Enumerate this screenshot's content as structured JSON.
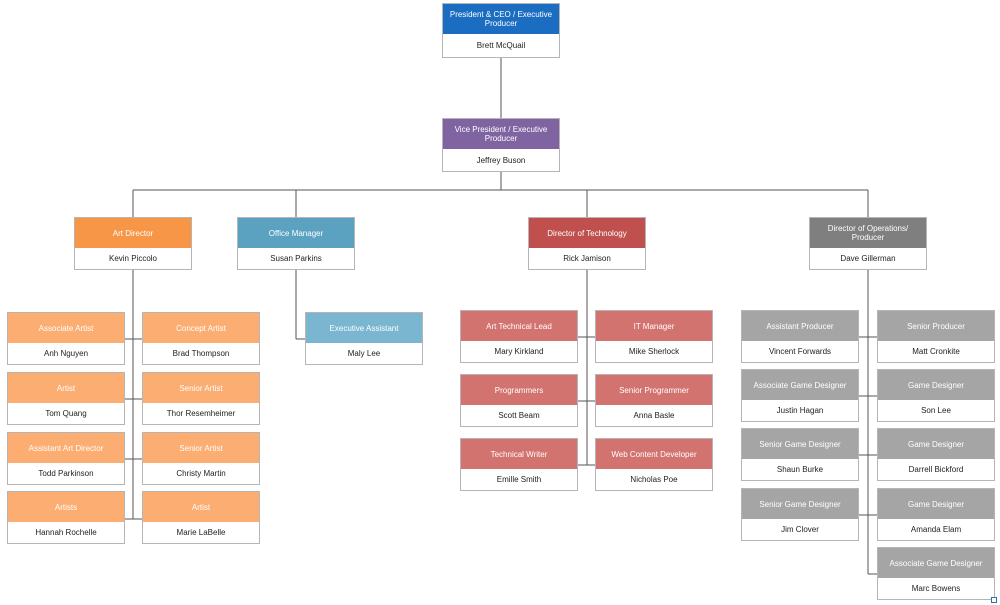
{
  "colors": {
    "blue": "#1a6dc0",
    "purple": "#8064a2",
    "orange": "#f79646",
    "orange_light": "#fbad72",
    "teal": "#5aa2c0",
    "teal_light": "#7ab6d0",
    "red": "#c0504d",
    "red_light": "#d27370",
    "gray": "#7f7f7f",
    "gray_light": "#a5a5a5",
    "line": "#555555"
  },
  "nodes": [
    {
      "id": "ceo",
      "title": "President & CEO / Executive Producer",
      "name": "Brett McQuail",
      "color": "blue"
    },
    {
      "id": "vp",
      "title": "Vice President / Executive Producer",
      "name": "Jeffrey Buson",
      "color": "purple"
    },
    {
      "id": "artdir",
      "title": "Art Director",
      "name": "Kevin Piccolo",
      "color": "orange"
    },
    {
      "id": "office",
      "title": "Office Manager",
      "name": "Susan Parkins",
      "color": "teal"
    },
    {
      "id": "techdir",
      "title": "Director of Technology",
      "name": "Rick Jamison",
      "color": "red"
    },
    {
      "id": "opsdir",
      "title": "Director of Operations/ Producer",
      "name": "Dave Gillerman",
      "color": "gray"
    },
    {
      "id": "a1",
      "title": "Associate Artist",
      "name": "Anh Nguyen",
      "color": "orange_light"
    },
    {
      "id": "a2",
      "title": "Concept Artist",
      "name": "Brad Thompson",
      "color": "orange_light"
    },
    {
      "id": "a3",
      "title": "Artist",
      "name": "Tom Quang",
      "color": "orange_light"
    },
    {
      "id": "a4",
      "title": "Senior Artist",
      "name": "Thor Resemheimer",
      "color": "orange_light"
    },
    {
      "id": "a5",
      "title": "Assistant Art Director",
      "name": "Todd Parkinson",
      "color": "orange_light"
    },
    {
      "id": "a6",
      "title": "Senior Artist",
      "name": "Christy Martin",
      "color": "orange_light"
    },
    {
      "id": "a7",
      "title": "Artists",
      "name": "Hannah Rochelle",
      "color": "orange_light"
    },
    {
      "id": "a8",
      "title": "Artist",
      "name": "Marie LaBelle",
      "color": "orange_light"
    },
    {
      "id": "o1",
      "title": "Executive Assistant",
      "name": "Maly Lee",
      "color": "teal_light"
    },
    {
      "id": "t1",
      "title": "Art Technical Lead",
      "name": "Mary Kirkland",
      "color": "red_light"
    },
    {
      "id": "t2",
      "title": "IT Manager",
      "name": "Mike Sherlock",
      "color": "red_light"
    },
    {
      "id": "t3",
      "title": "Programmers",
      "name": "Scott Beam",
      "color": "red_light"
    },
    {
      "id": "t4",
      "title": "Senior Programmer",
      "name": "Anna Basle",
      "color": "red_light"
    },
    {
      "id": "t5",
      "title": "Technical Writer",
      "name": "Emille Smith",
      "color": "red_light"
    },
    {
      "id": "t6",
      "title": "Web Content Developer",
      "name": "Nicholas Poe",
      "color": "red_light"
    },
    {
      "id": "p1",
      "title": "Assistant Producer",
      "name": "Vincent Forwards",
      "color": "gray_light"
    },
    {
      "id": "p2",
      "title": "Senior Producer",
      "name": "Matt Cronkite",
      "color": "gray_light"
    },
    {
      "id": "p3",
      "title": "Associate Game Designer",
      "name": "Justin Hagan",
      "color": "gray_light"
    },
    {
      "id": "p4",
      "title": "Game Designer",
      "name": "Son Lee",
      "color": "gray_light"
    },
    {
      "id": "p5",
      "title": "Senior Game Designer",
      "name": "Shaun Burke",
      "color": "gray_light"
    },
    {
      "id": "p6",
      "title": "Game Designer",
      "name": "Darrell Bickford",
      "color": "gray_light"
    },
    {
      "id": "p7",
      "title": "Senior Game Designer",
      "name": "Jim Clover",
      "color": "gray_light"
    },
    {
      "id": "p8",
      "title": "Game Designer",
      "name": "Amanda Elam",
      "color": "gray_light"
    },
    {
      "id": "p9",
      "title": "Associate Game Designer",
      "name": "Marc Bowens",
      "color": "gray_light"
    }
  ]
}
